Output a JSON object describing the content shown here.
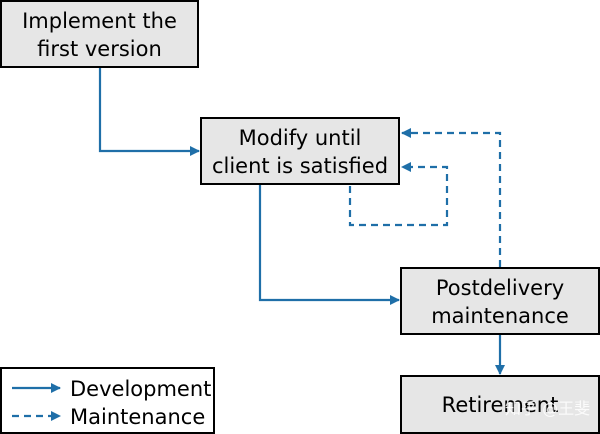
{
  "colors": {
    "arrow": "#1f6fa8",
    "box_fill": "#e6e6e6",
    "box_border": "#000000"
  },
  "nodes": {
    "implement": {
      "line1": "Implement the",
      "line2": "first version"
    },
    "modify": {
      "line1": "Modify until",
      "line2": "client is satisfied"
    },
    "postdelivery": {
      "line1": "Postdelivery",
      "line2": "maintenance"
    },
    "retirement": {
      "label": "Retirement"
    }
  },
  "legend": {
    "development": "Development",
    "maintenance": "Maintenance"
  },
  "watermark": "知乎 @王斐"
}
